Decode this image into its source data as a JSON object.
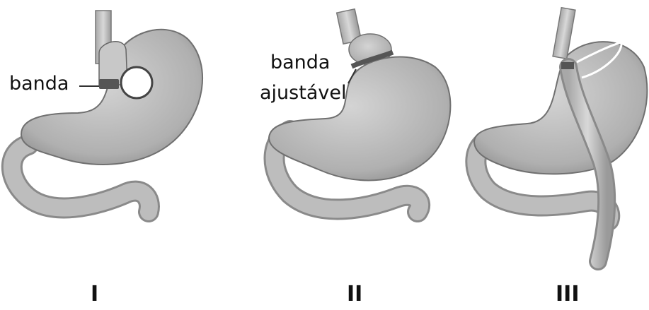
{
  "figures": [
    {
      "numeral": "I",
      "annotation": "banda"
    },
    {
      "numeral": "II",
      "annotation_line1": "banda",
      "annotation_line2": "ajustável"
    },
    {
      "numeral": "III"
    }
  ],
  "colors": {
    "organ": "#c4c4c4",
    "organ_shade": "#8e8e8e",
    "outline": "#6a6a6a",
    "band": "#555555",
    "text": "#111111"
  }
}
